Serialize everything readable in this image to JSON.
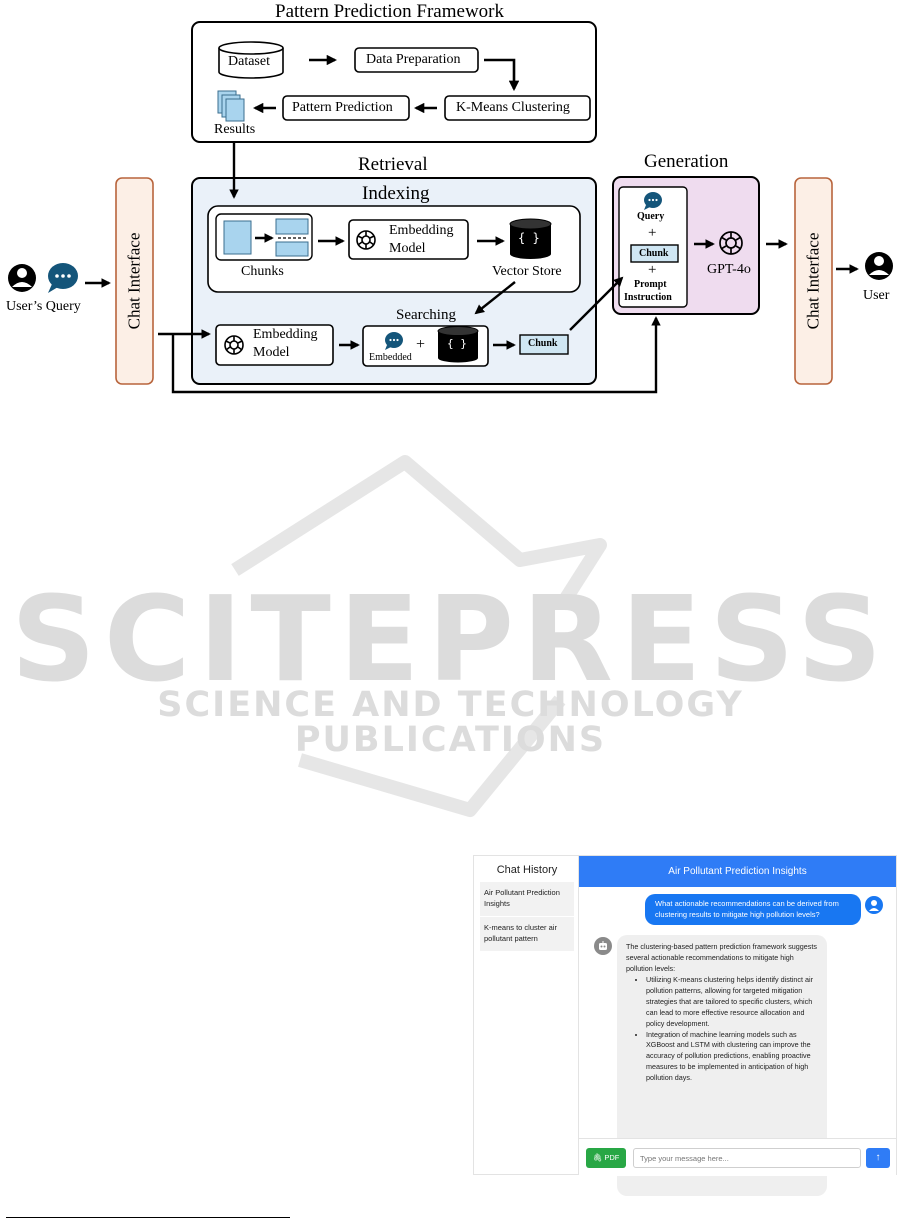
{
  "diagram": {
    "framework_title": "Pattern Prediction Framework",
    "dataset": "Dataset",
    "data_preparation": "Data Preparation",
    "kmeans": "K-Means Clustering",
    "pattern_prediction": "Pattern Prediction",
    "results": "Results",
    "retrieval": "Retrieval",
    "indexing": "Indexing",
    "chunks": "Chunks",
    "embedding_model_line1": "Embedding",
    "embedding_model_line2": "Model",
    "vector_store": "Vector Store",
    "searching": "Searching",
    "embedded": "Embedded",
    "plus": "+",
    "chunk": "Chunk",
    "braces": "{ }",
    "generation": "Generation",
    "query": "Query",
    "prompt_instruction_line1": "Prompt",
    "prompt_instruction_line2": "Instruction",
    "gpt": "GPT-4o",
    "chat_interface": "Chat Interface",
    "users_query": "User’s Query",
    "user": "User"
  },
  "watermark": {
    "main": "SCITEPRESS",
    "sub": "SCIENCE AND TECHNOLOGY PUBLICATIONS"
  },
  "chat_ui": {
    "sidebar_title": "Chat History",
    "history": [
      "Air Pollutant Prediction Insights",
      "K-means to cluster air pollutant pattern"
    ],
    "header_title": "Air Pollutant Prediction Insights",
    "user_message": "What actionable recommendations can be derived from clustering results to mitigate high pollution levels?",
    "bot_intro": "The clustering-based pattern prediction framework suggests several actionable recommendations to mitigate high pollution levels:",
    "bot_points": [
      "Utilizing K-means clustering helps identify distinct air pollution patterns, allowing for targeted mitigation strategies that are tailored to specific clusters, which can lead to more effective resource allocation and policy development.",
      "Integration of machine learning models such as XGBoost and LSTM with clustering can improve the accuracy of pollution predictions, enabling proactive measures to be implemented in anticipation of high pollution days."
    ],
    "pdf_button": "PDF",
    "input_placeholder": "Type your message here...",
    "send_icon": "↑"
  },
  "colors": {
    "retrieval_bg": "#eaf1f9",
    "generation_bg": "#efdcef",
    "chat_interface_bg": "#fcefe6",
    "chat_interface_border": "#b8643c",
    "chunk_fill": "#cfe6f3",
    "results_icon": "#a9d4ee",
    "speech_icon": "#14557a",
    "header_blue": "#2f7cf6",
    "pdf_green": "#28a745"
  }
}
